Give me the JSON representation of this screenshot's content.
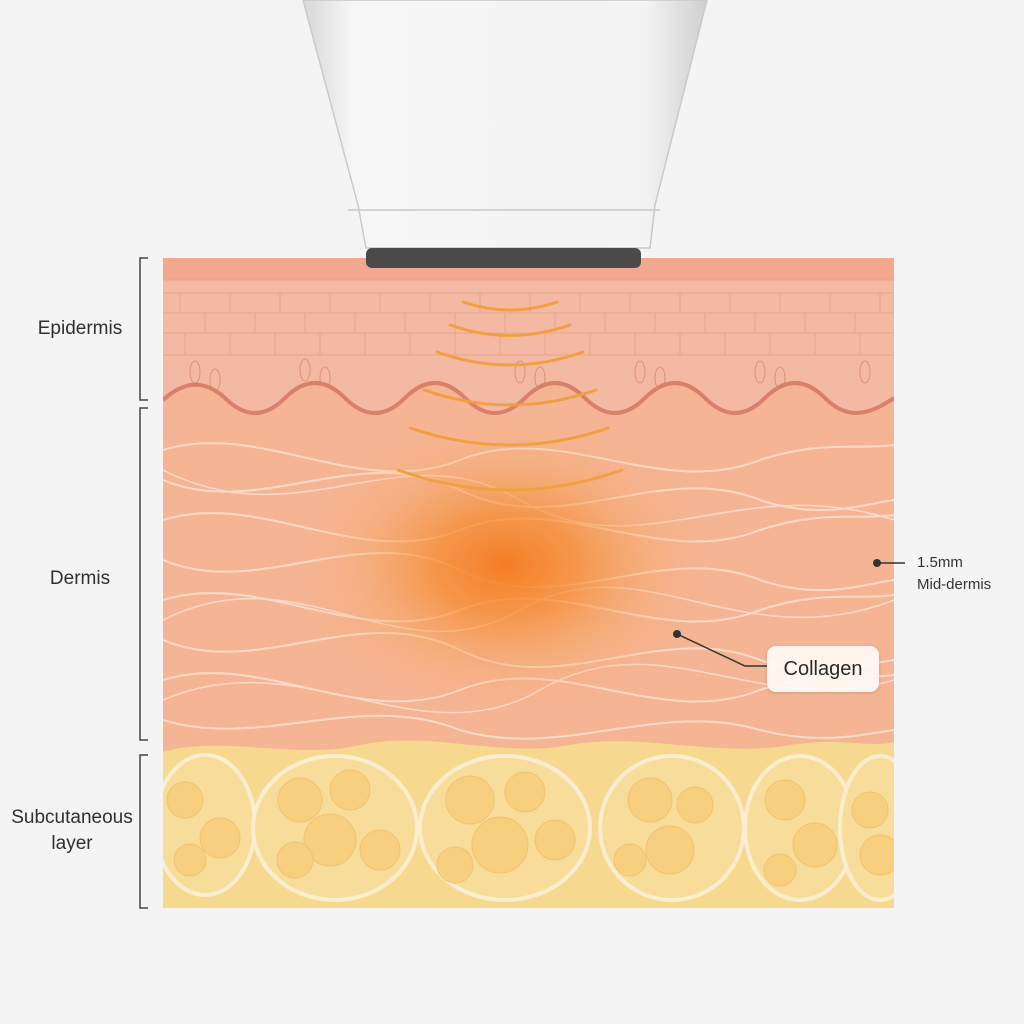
{
  "layers": {
    "epidermis": "Epidermis",
    "dermis": "Dermis",
    "subcutaneous_line1": "Subcutaneous",
    "subcutaneous_line2": "layer"
  },
  "callouts": {
    "depth_value": "1.5mm",
    "depth_label": "Mid-dermis",
    "collagen": "Collagen"
  },
  "colors": {
    "background": "#f4f4f4",
    "epidermis": "#f4b9a2",
    "dermis": "#f5b493",
    "subcutaneous": "#f7d88f",
    "heat_focus": "#f58a2e",
    "device_tip": "#4a4a4a"
  }
}
